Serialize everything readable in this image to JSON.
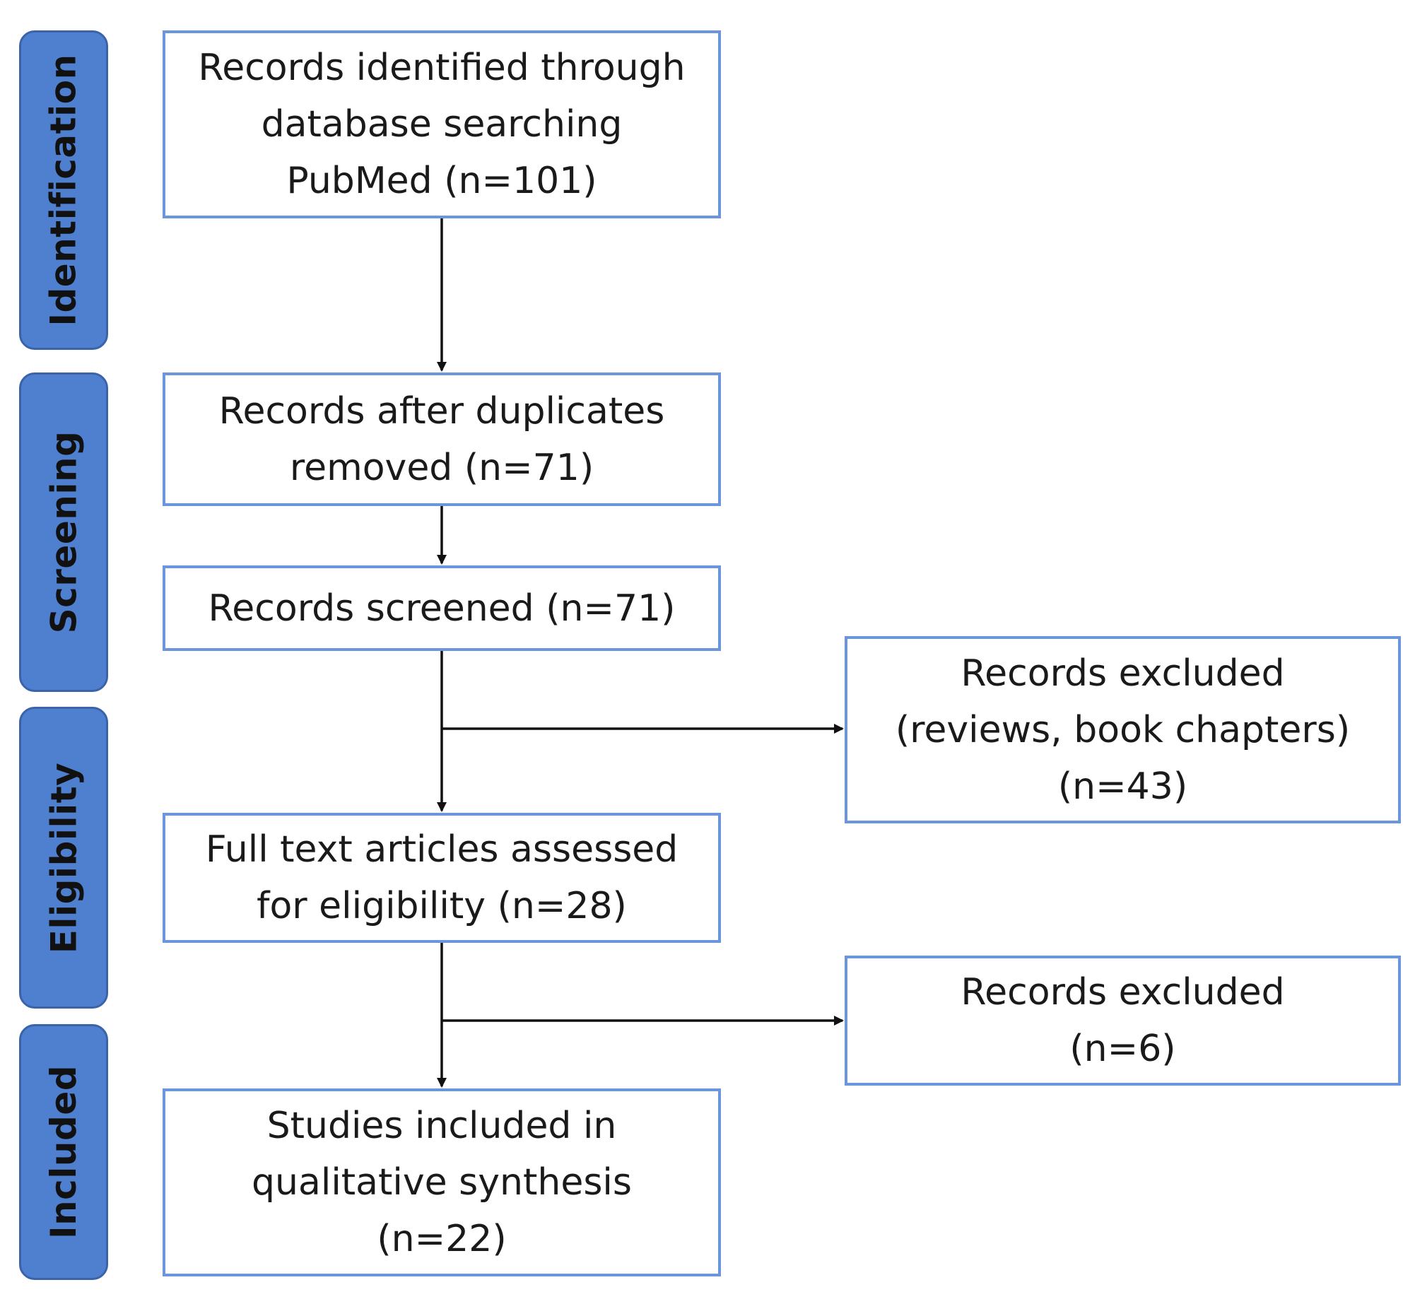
{
  "stages": {
    "identification": "Identification",
    "screening": "Screening",
    "eligibility": "Eligibility",
    "included": "Included"
  },
  "boxes": {
    "identified": "Records identified through\ndatabase searching\nPubMed (n=101)",
    "after_duplicates": "Records after duplicates\nremoved (n=71)",
    "screened": "Records screened (n=71)",
    "excluded_reviews": "Records excluded\n(reviews, book chapters)\n(n=43)",
    "full_text": "Full text articles assessed\nfor eligibility (n=28)",
    "excluded_fulltext": "Records excluded\n(n=6)",
    "included_studies": "Studies included in\nqualitative synthesis\n(n=22)"
  },
  "colors": {
    "stage_fill": "#4f7fcf",
    "box_border": "#6b95dc",
    "arrow": "#111111"
  }
}
